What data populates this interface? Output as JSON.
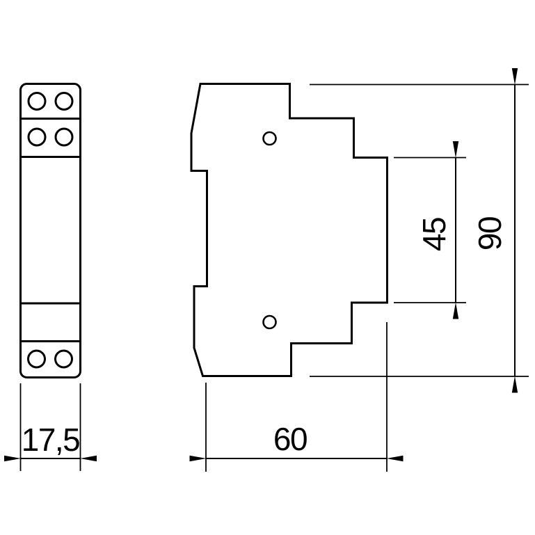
{
  "drawing": {
    "background_color": "#ffffff",
    "line_color": "#000000",
    "dimension_labels": {
      "front_width": "17,5",
      "depth": "60",
      "inner_height": "45",
      "total_height": "90"
    }
  }
}
